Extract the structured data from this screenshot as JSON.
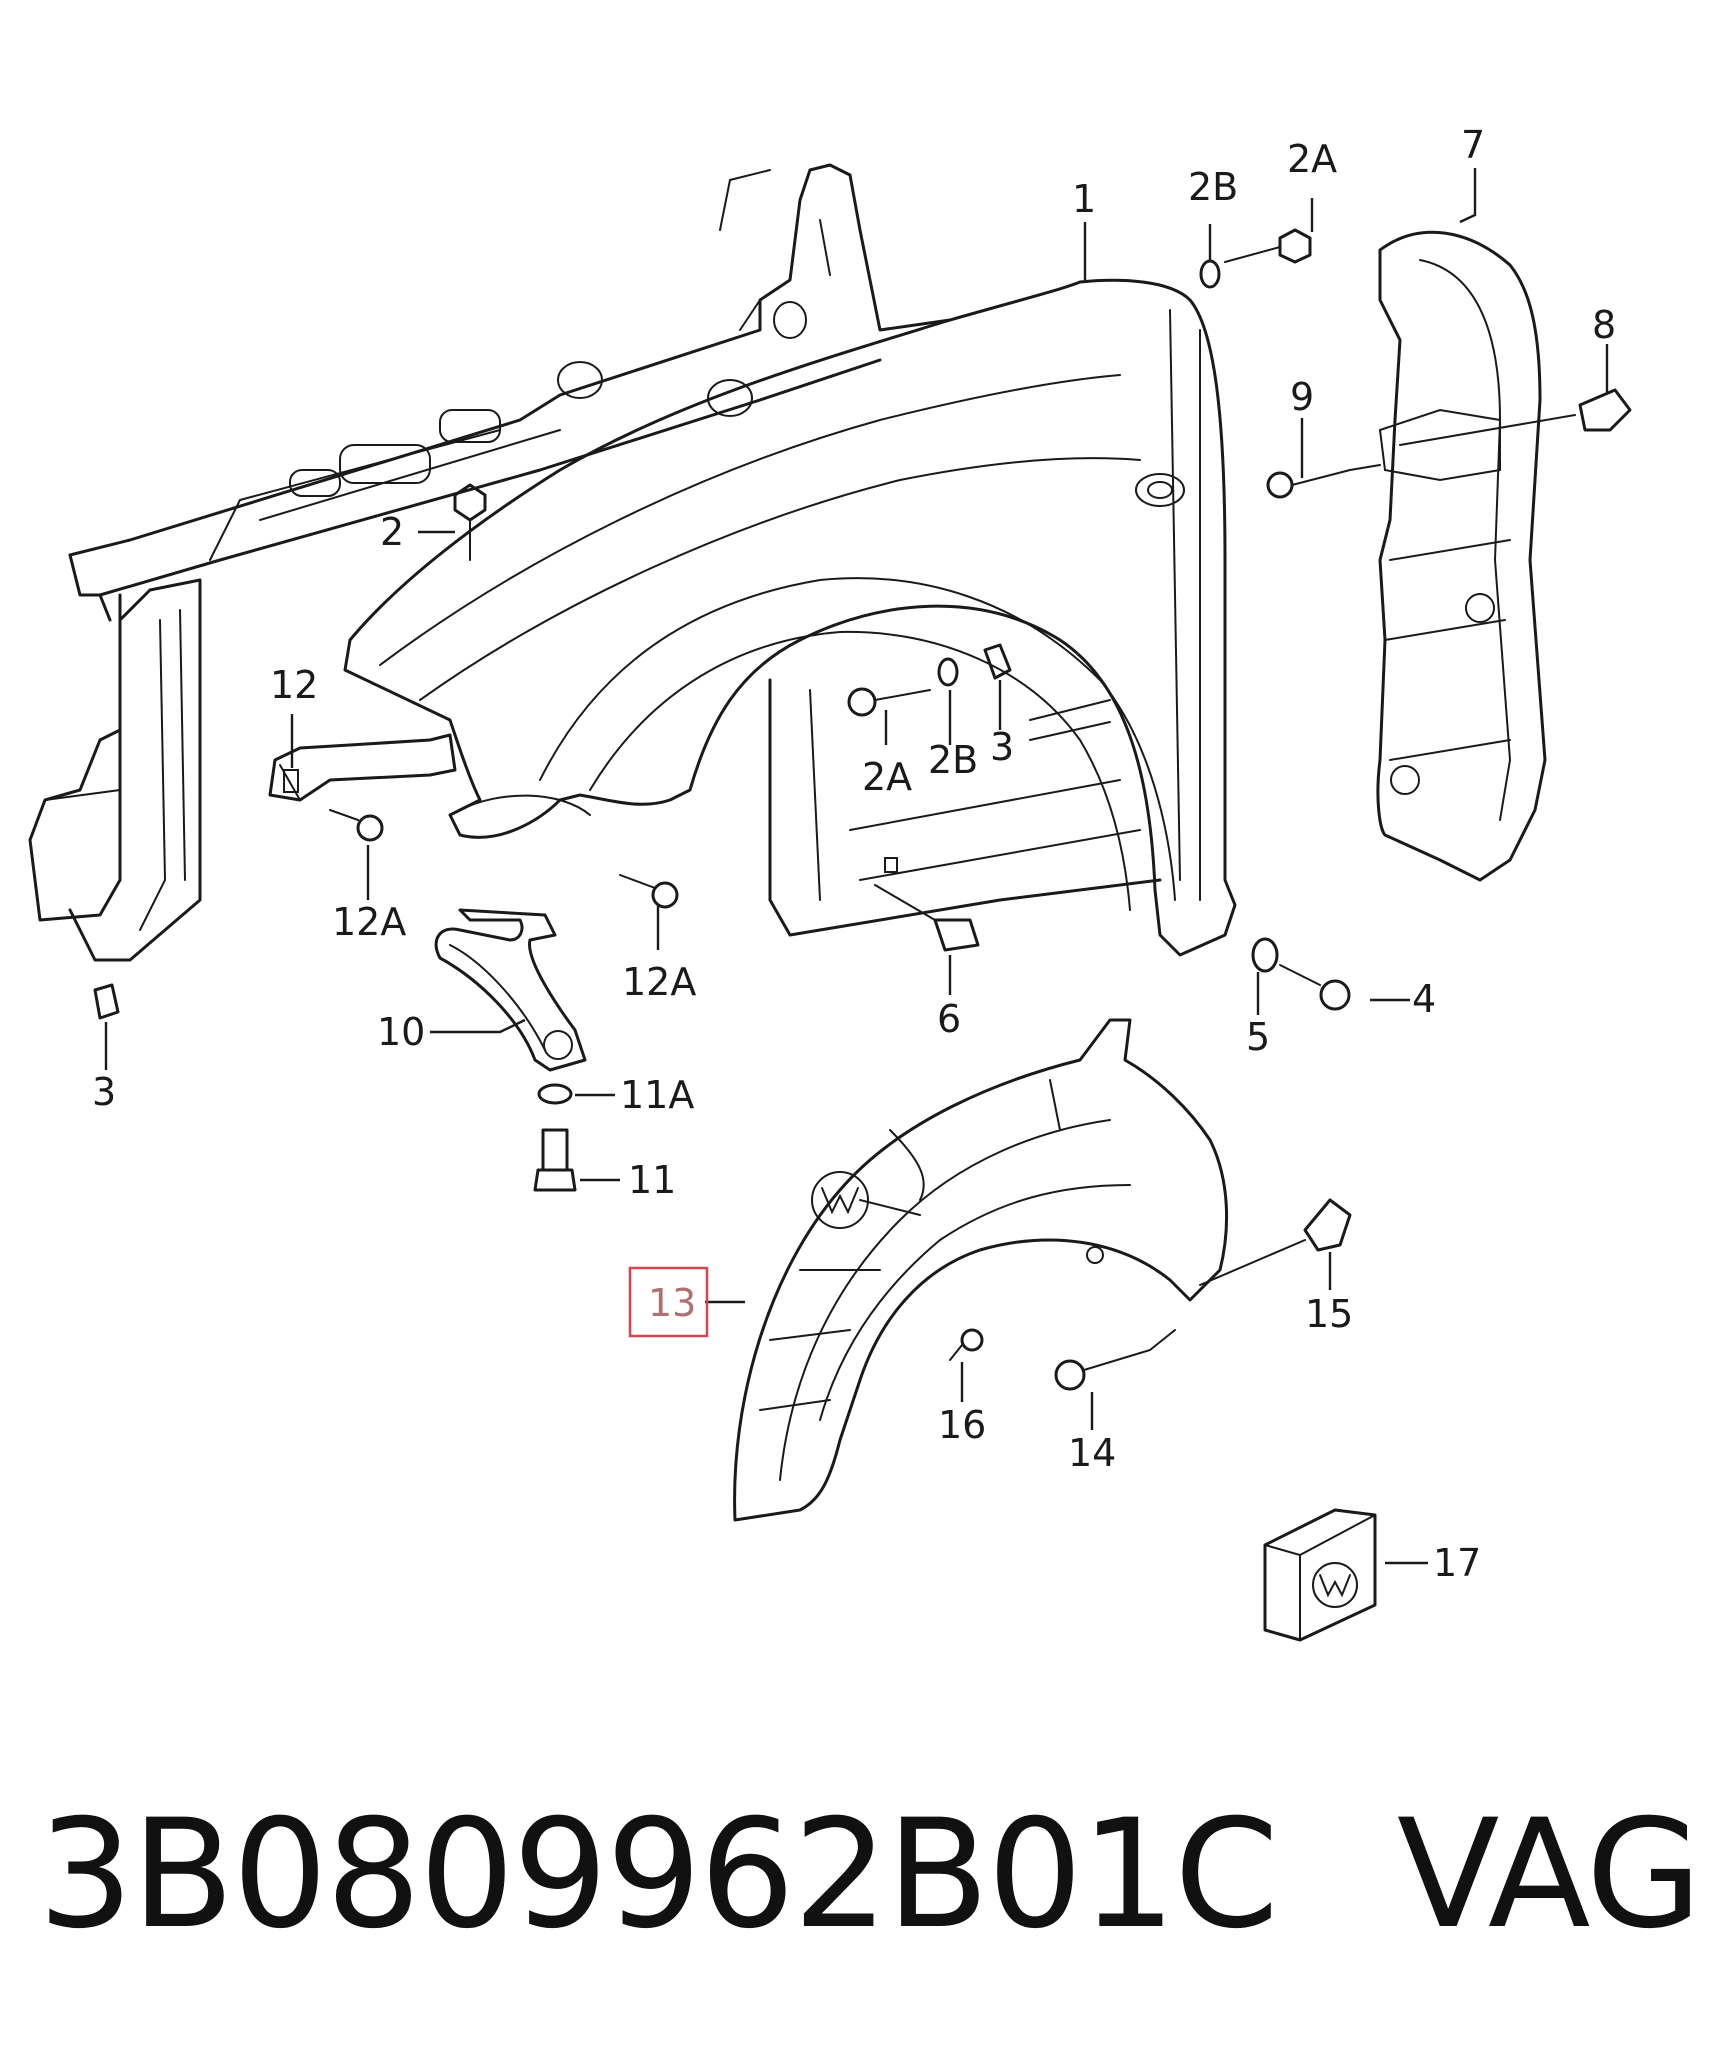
{
  "callouts": [
    {
      "id": "c1",
      "text": "1"
    },
    {
      "id": "c2b_top",
      "text": "2B"
    },
    {
      "id": "c2a_top",
      "text": "2A"
    },
    {
      "id": "c7",
      "text": "7"
    },
    {
      "id": "c8",
      "text": "8"
    },
    {
      "id": "c9",
      "text": "9"
    },
    {
      "id": "c2",
      "text": "2"
    },
    {
      "id": "c12",
      "text": "12"
    },
    {
      "id": "c12a_left",
      "text": "12A"
    },
    {
      "id": "c12a_mid",
      "text": "12A"
    },
    {
      "id": "c2a_mid",
      "text": "2A"
    },
    {
      "id": "c2b_mid",
      "text": "2B"
    },
    {
      "id": "c3_mid",
      "text": "3"
    },
    {
      "id": "c6",
      "text": "6"
    },
    {
      "id": "c5",
      "text": "5"
    },
    {
      "id": "c4",
      "text": "4"
    },
    {
      "id": "c3_left",
      "text": "3"
    },
    {
      "id": "c10",
      "text": "10"
    },
    {
      "id": "c11a",
      "text": "11A"
    },
    {
      "id": "c11",
      "text": "11"
    },
    {
      "id": "c13",
      "text": "13"
    },
    {
      "id": "c15",
      "text": "15"
    },
    {
      "id": "c16",
      "text": "16"
    },
    {
      "id": "c14",
      "text": "14"
    },
    {
      "id": "c17",
      "text": "17"
    }
  ],
  "highlighted_callout": "13",
  "caption": {
    "part_number": "3B0809962B01C",
    "brand": "VAG"
  },
  "colors": {
    "line": "#1a1a1a",
    "highlight": "#d9424f"
  }
}
